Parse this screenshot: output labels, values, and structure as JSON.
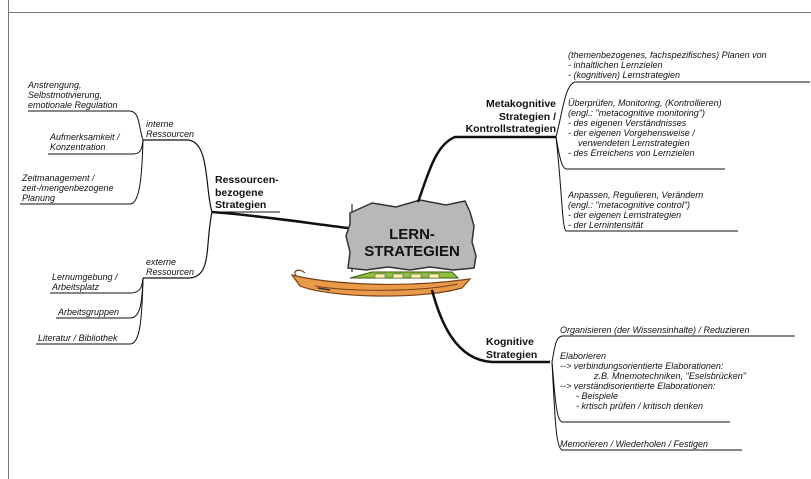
{
  "center": {
    "line1": "LERN-",
    "line2": "STRATEGIEN"
  },
  "resources": {
    "title_line1": "Ressourcen-",
    "title_line2": "bezogene",
    "title_line3": "Strategien",
    "internal": {
      "label_line1": "interne",
      "label_line2": "Ressourcen",
      "items": [
        {
          "line1": "Anstrengung,",
          "line2": "Selbstmotivierung,",
          "line3": "emotionale Regulation"
        },
        {
          "line1": "Aufmerksamkeit /",
          "line2": "Konzentration"
        },
        {
          "line1": "Zeitmanagement /",
          "line2": "zeit-/mengenbezogene",
          "line3": "Planung"
        }
      ]
    },
    "external": {
      "label_line1": "externe",
      "label_line2": "Ressourcen",
      "items": [
        {
          "line1": "Lernumgebung /",
          "line2": "Arbeitsplatz"
        },
        {
          "line1": "Arbeitsgruppen"
        },
        {
          "line1": "Literatur / Bibliothek"
        }
      ]
    }
  },
  "metacognitive": {
    "title_line1": "Metakognitive",
    "title_line2": "Strategien /",
    "title_line3": "Kontrollstrategien",
    "planning": {
      "line1": "(themenbezogenes, fachspezifisches) Planen von",
      "line2": "- inhaltlichen Lernzielen",
      "line3": "- (kognitiven) Lernstrategien"
    },
    "monitoring": {
      "line1": "Überprüfen, Monitoring, (Kontrollieren)",
      "line2": "(engl.: \"metacognitive monitoring\")",
      "line3": "- des eigenen Verständnisses",
      "line4": "- der eigenen Vorgehensweise /",
      "line5": "verwendeten Lernstrategien",
      "line6": "- des Erreichens von Lernzielen"
    },
    "control": {
      "line1": "Anpassen, Regulieren, Verändern",
      "line2": "(engl.: \"metacognitive control\")",
      "line3": "- der eigenen Lernstrategien",
      "line4": "- der Lernintensität"
    }
  },
  "cognitive": {
    "title_line1": "Kognitive",
    "title_line2": "Strategien",
    "organizing": {
      "line1": "Organisieren (der Wissensinhalte) / Reduzieren"
    },
    "elaboration": {
      "line1": "Elaborieren",
      "line2": "--> verbindungsorientierte Elaborationen:",
      "line3": "z.B. Mnemotechniken, \"Eselsbrücken\"",
      "line4": "--> verständisorientierte Elaborationen:",
      "line5": "- Beispiele",
      "line6": "- krtisch prüfen / kritisch denken"
    },
    "memorizing": {
      "line1": "Memorieren / Wiederholen / Festigen"
    }
  },
  "colors": {
    "line": "#111111",
    "sign": "#b8b8b8",
    "boat_hull": "#c8772e",
    "boat_hull_dark": "#7a4016",
    "boat_deck": "#8fbf3c",
    "boat_window": "#fff4a8",
    "boat_water": "#e89a4a"
  }
}
